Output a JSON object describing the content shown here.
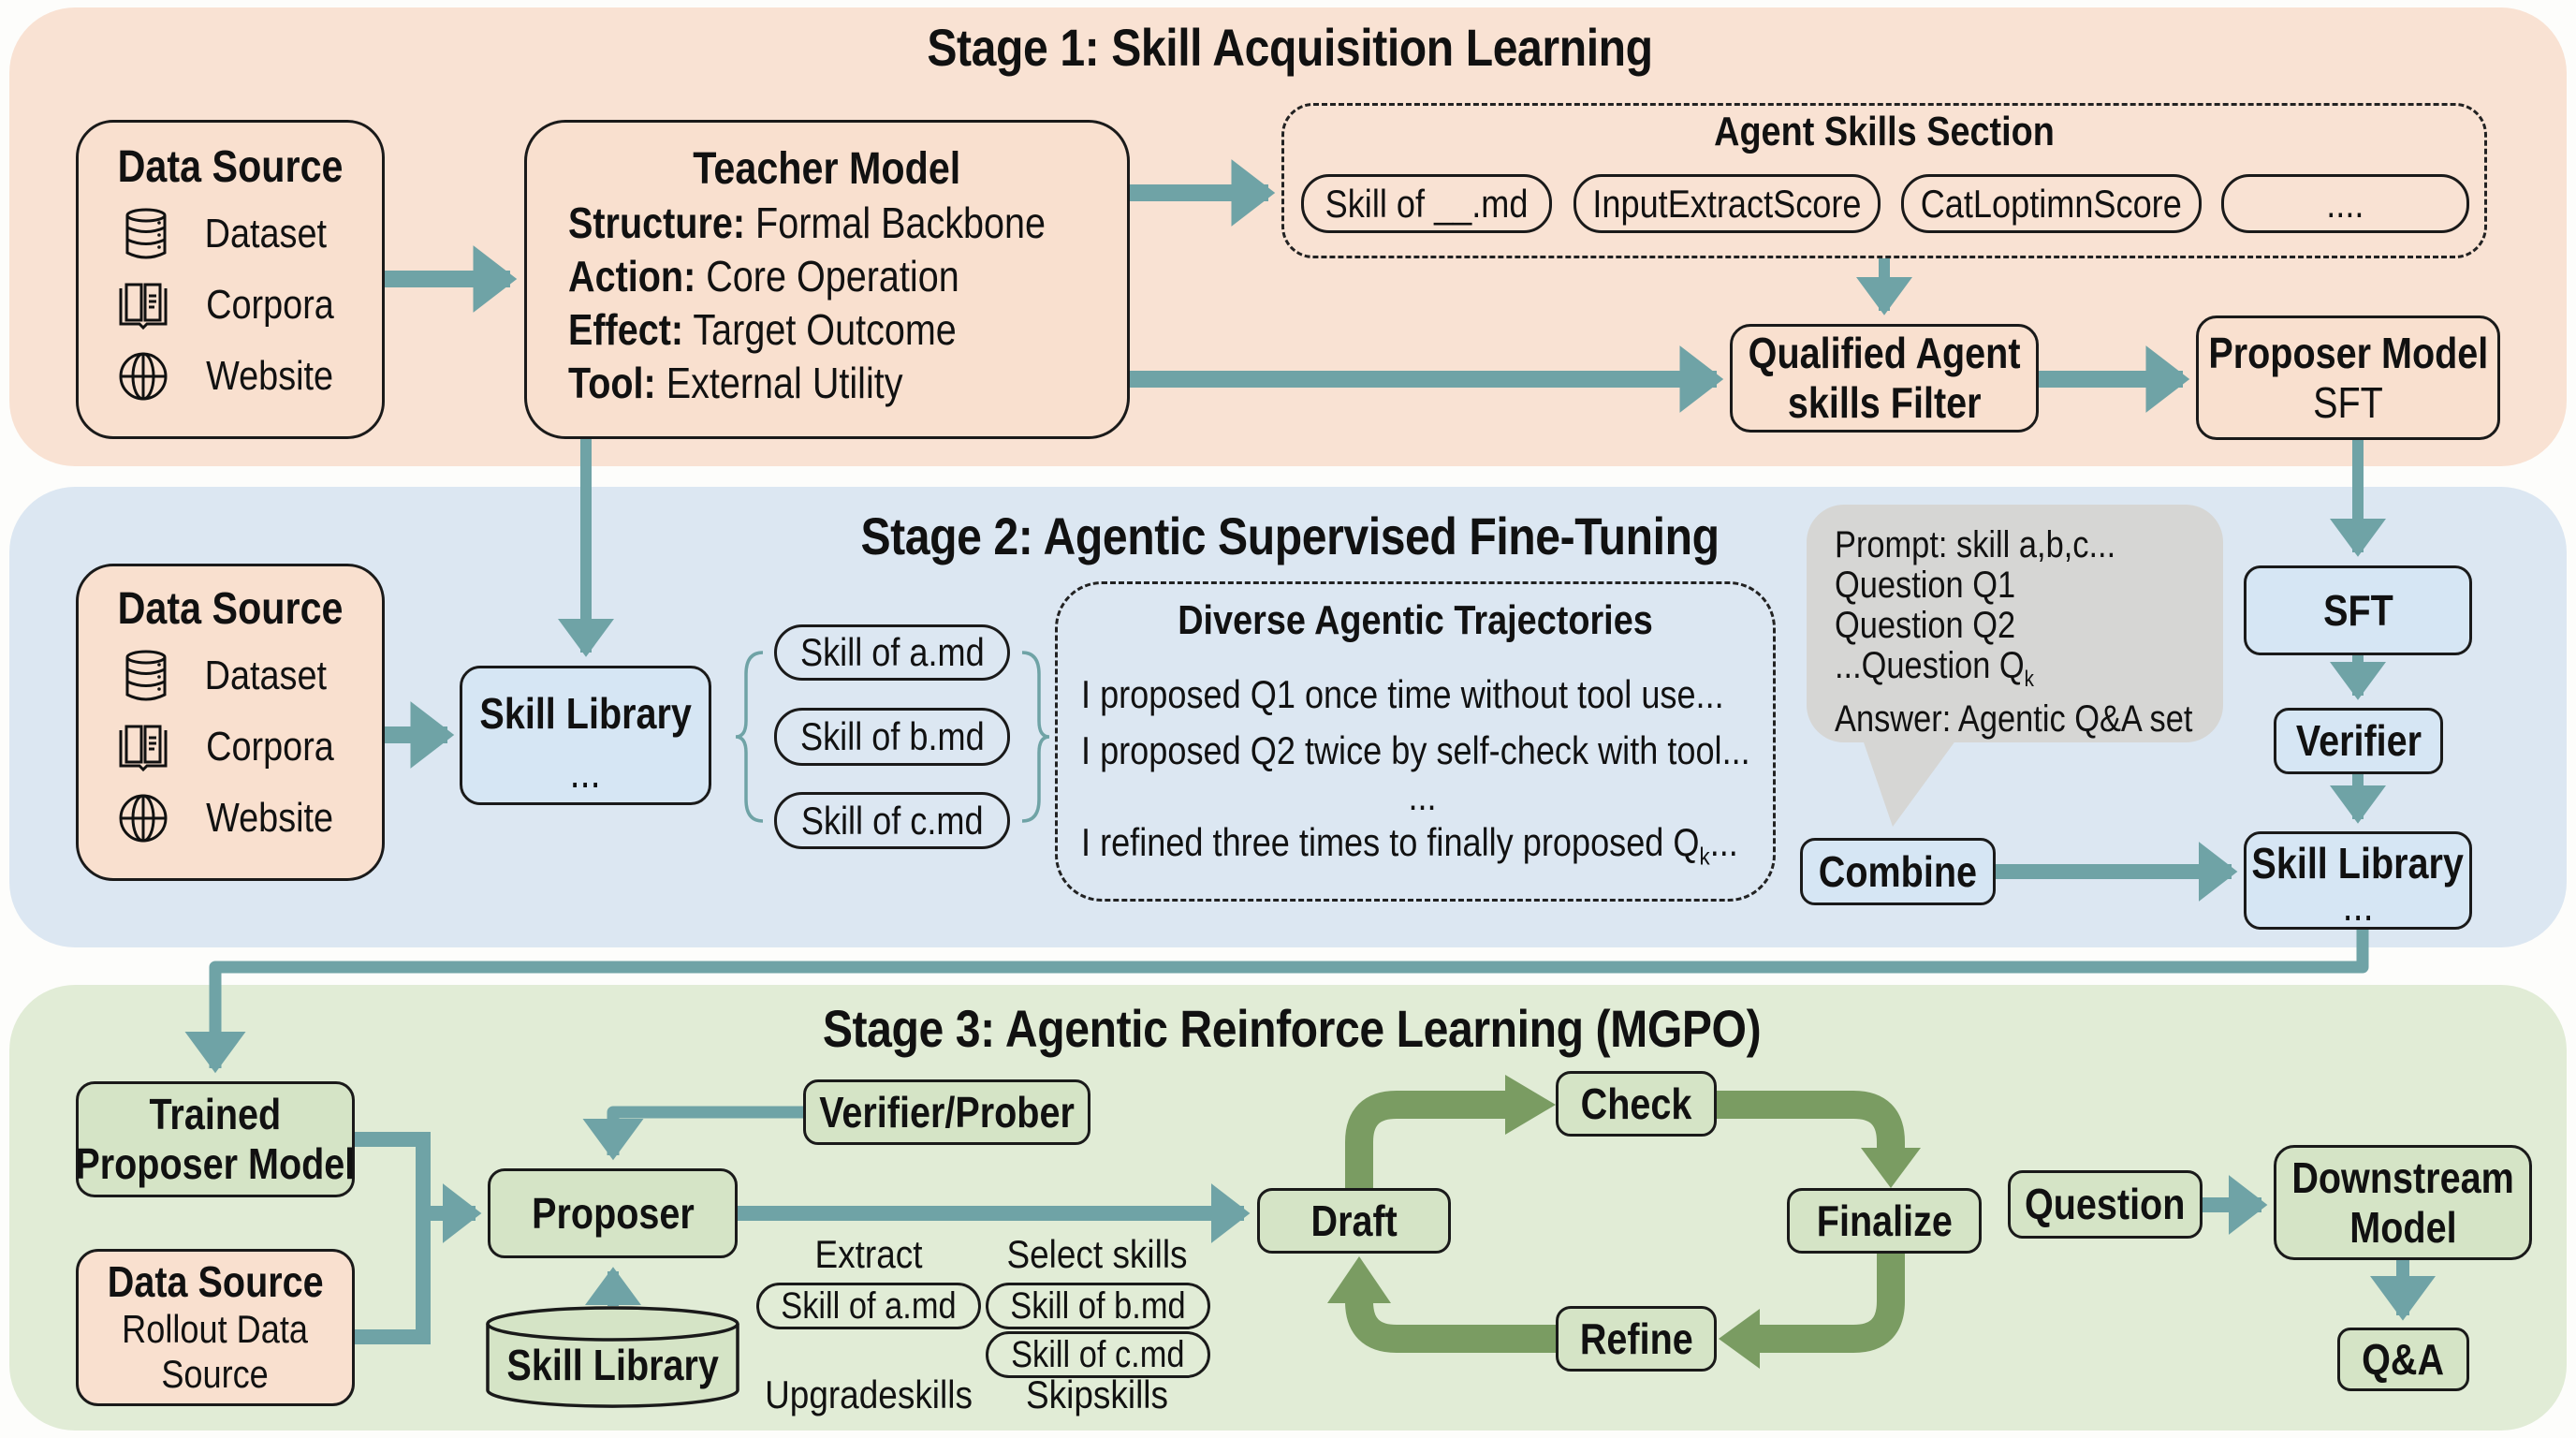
{
  "stage1": {
    "title": "Stage 1: Skill Acquisition Learning",
    "data_source": {
      "title": "Data Source",
      "items": [
        {
          "label": "Dataset",
          "icon": "database-icon"
        },
        {
          "label": "Corpora",
          "icon": "book-icon"
        },
        {
          "label": "Website",
          "icon": "globe-icon"
        }
      ]
    },
    "teacher": {
      "title": "Teacher Model",
      "lines": [
        {
          "key": "Structure:",
          "value": "Formal Backbone"
        },
        {
          "key": "Action:",
          "value": "Core Operation"
        },
        {
          "key": "Effect:",
          "value": "Target Outcome"
        },
        {
          "key": "Tool:",
          "value": "External Utility"
        }
      ]
    },
    "agent_skills": {
      "title": "Agent Skills Section",
      "pills": [
        "Skill of __.md",
        "InputExtractScore",
        "CatLoptimnScore",
        "...."
      ]
    },
    "filter": {
      "line1": "Qualified Agent",
      "line2": "skills Filter"
    },
    "proposer": {
      "line1": "Proposer Model",
      "line2": "SFT"
    }
  },
  "stage2": {
    "title": "Stage 2: Agentic Supervised Fine-Tuning",
    "data_source": {
      "title": "Data Source",
      "items": [
        {
          "label": "Dataset",
          "icon": "database-icon"
        },
        {
          "label": "Corpora",
          "icon": "book-icon"
        },
        {
          "label": "Website",
          "icon": "globe-icon"
        }
      ]
    },
    "skill_library": {
      "title": "Skill Library",
      "sub": "..."
    },
    "skills": [
      "Skill of a.md",
      "Skill of b.md",
      "Skill of c.md"
    ],
    "trajectories": {
      "title": "Diverse Agentic Trajectories",
      "lines": [
        "I proposed Q1 once time without tool use...",
        "I proposed Q2 twice by self-check with tool...",
        "...",
        "I refined three times to finally proposed Q"
      ],
      "last_sub": "k",
      "last_tail": "..."
    },
    "bubble": {
      "lines": [
        "Prompt: skill a,b,c...",
        "Question Q1",
        "Question Q2",
        "...Question Q",
        "Answer: Agentic Q&A set"
      ],
      "sub": "k"
    },
    "combine": "Combine",
    "sft": "SFT",
    "verifier": "Verifier",
    "skill_library2": {
      "title": "Skill Library",
      "sub": "..."
    }
  },
  "stage3": {
    "title": "Stage 3: Agentic Reinforce Learning (MGPO)",
    "trained": {
      "line1": "Trained",
      "line2": "Proposer Model"
    },
    "data_source": {
      "title": "Data Source",
      "line1": "Rollout Data",
      "line2": "Source"
    },
    "verifier_prober": "Verifier/Prober",
    "proposer": "Proposer",
    "skill_library": "Skill Library",
    "extract": "Extract",
    "select": "Select skills",
    "skill_a": "Skill of a.md",
    "skill_b": "Skill of b.md",
    "skill_c": "Skill of c.md",
    "upgrade": "Upgradeskills",
    "skip": "Skipskills",
    "draft": "Draft",
    "check": "Check",
    "finalize": "Finalize",
    "refine": "Refine",
    "question": "Question",
    "downstream": {
      "line1": "Downstream",
      "line2": "Model"
    },
    "qa": "Q&A"
  },
  "colors": {
    "stage1_bg": "#f9e2d3",
    "stage2_bg": "#dce7f2",
    "stage3_bg": "#e1ecd6",
    "arrow_teal": "#6fa3a6",
    "cycle_green": "#7a9c62",
    "bubble_gray": "#d6d6d4"
  }
}
